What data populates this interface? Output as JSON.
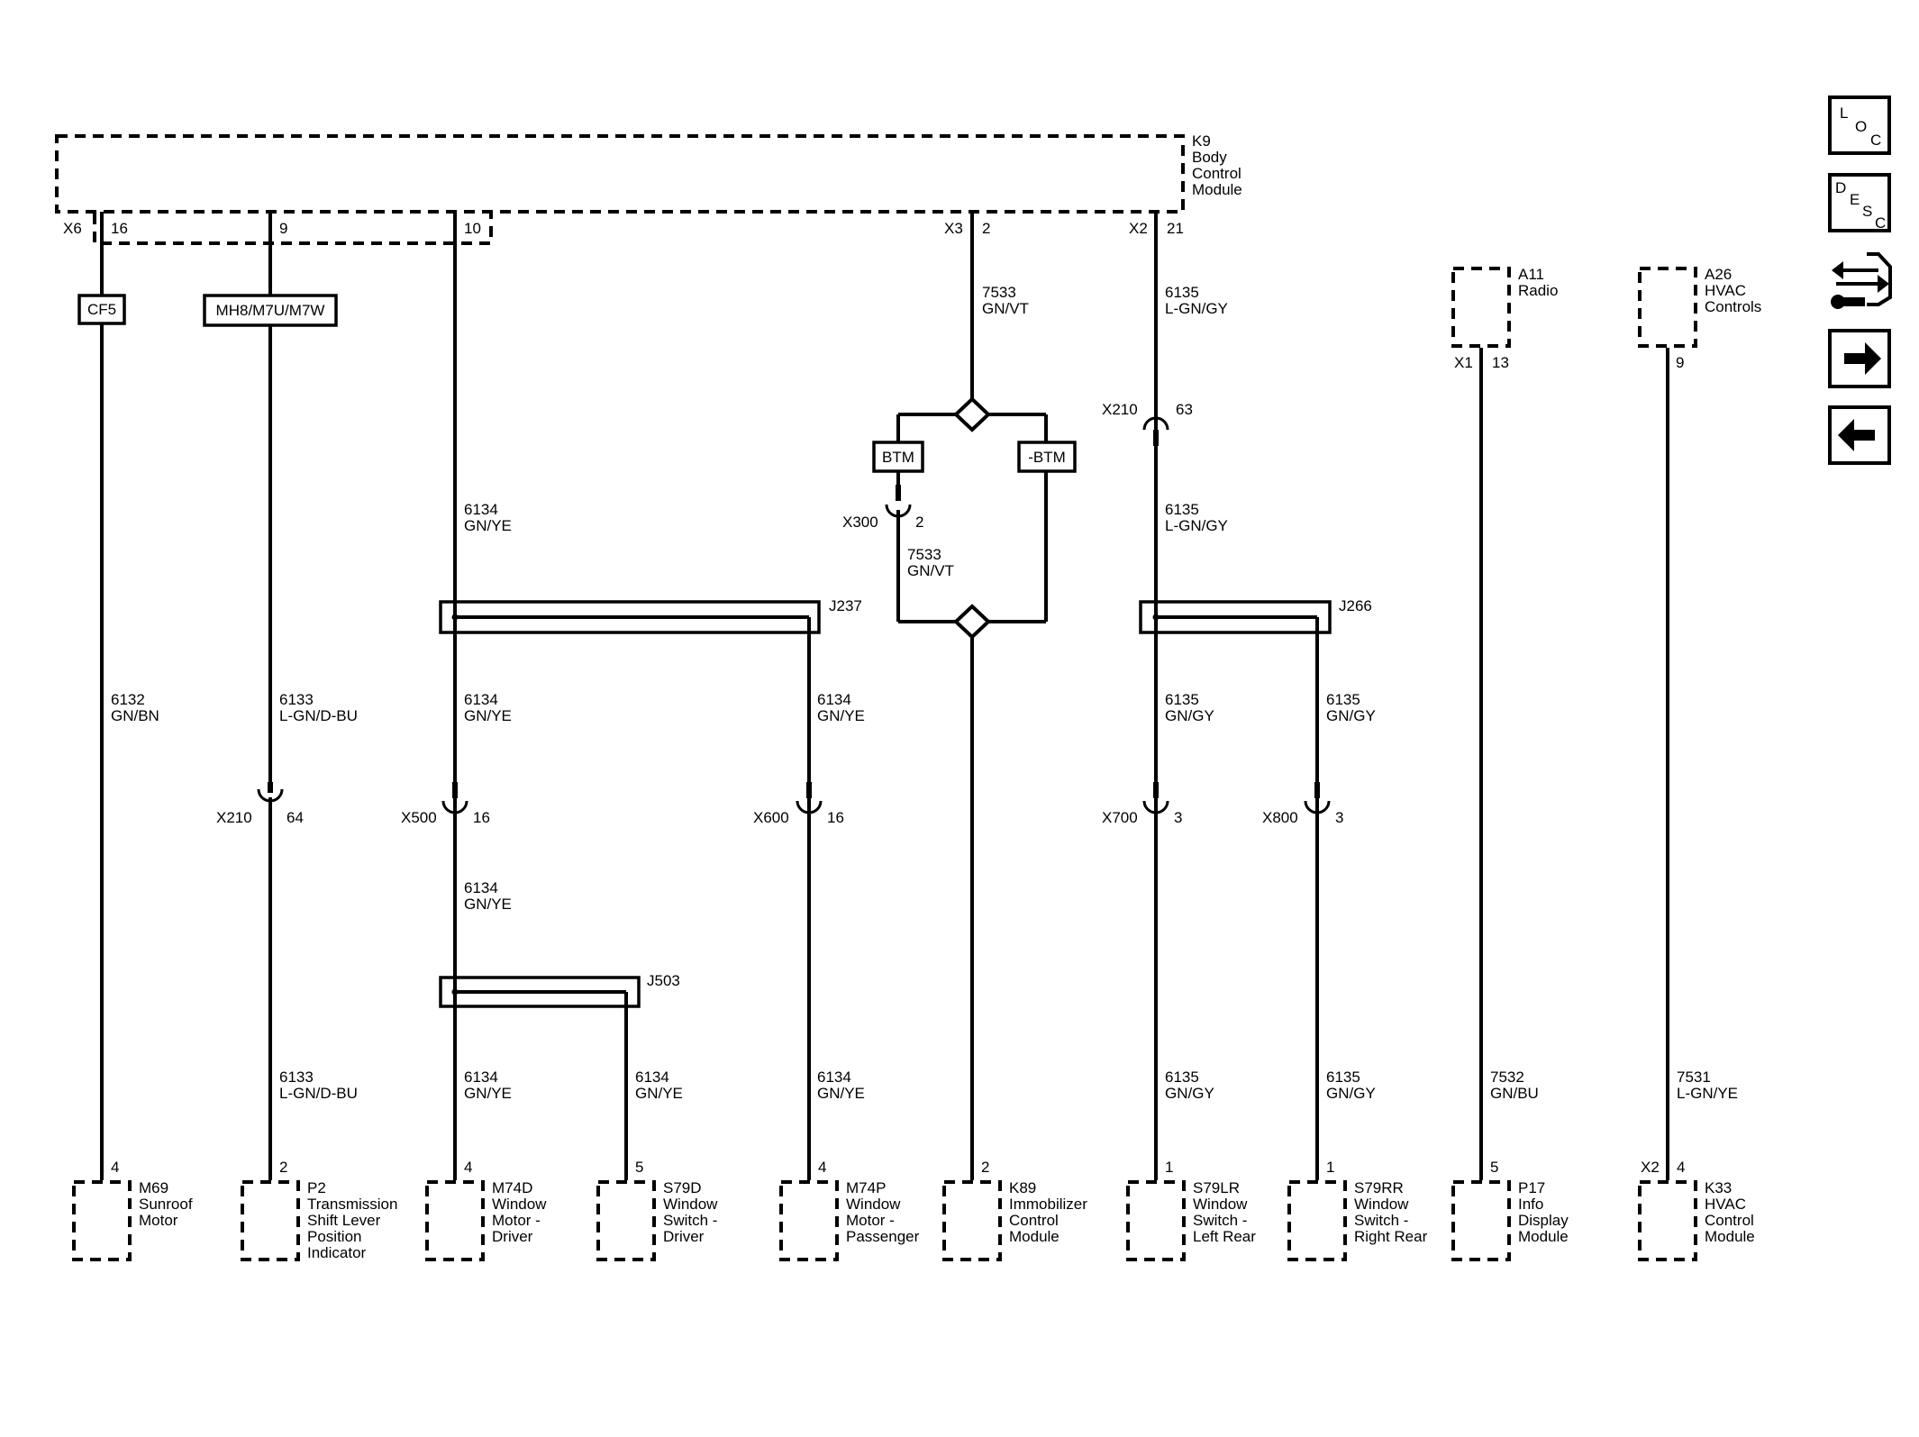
{
  "bcm": {
    "ref": "K9",
    "line1": "Body",
    "line2": "Control",
    "line3": "Module"
  },
  "bcm_pins": {
    "x6": "X6",
    "p16": "16",
    "p9": "9",
    "p10": "10",
    "x3": "X3",
    "p2": "2",
    "x2": "X2",
    "p21": "21"
  },
  "option_boxes": {
    "cf5": "CF5",
    "mh8": "MH8/M7U/M7W",
    "btm": "BTM",
    "nbtm": "-BTM"
  },
  "circuits": {
    "c6132": "6132",
    "gnbn": "GN/BN",
    "c6133": "6133",
    "lgndbu": "L-GN/D-BU",
    "c6134": "6134",
    "gnye": "GN/YE",
    "c7533": "7533",
    "gnvt": "GN/VT",
    "c6135": "6135",
    "lgngy": "L-GN/GY",
    "gngy": "GN/GY",
    "c7532": "7532",
    "gnbu": "GN/BU",
    "c7531": "7531",
    "lgnye": "L-GN/YE"
  },
  "connectors": {
    "x210": "X210",
    "p63": "63",
    "p64": "64",
    "x300": "X300",
    "p2": "2",
    "x500": "X500",
    "x600": "X600",
    "p16": "16",
    "x700": "X700",
    "x800": "X800",
    "p3": "3",
    "x1": "X1",
    "p13": "13",
    "p9": "9"
  },
  "splices": {
    "j237": "J237",
    "j266": "J266",
    "j503": "J503"
  },
  "modules_top": {
    "a11": {
      "ref": "A11",
      "line1": "Radio"
    },
    "a26": {
      "ref": "A26",
      "line1": "HVAC",
      "line2": "Controls"
    }
  },
  "components": [
    {
      "pin": "4",
      "ref": "M69",
      "lines": [
        "Sunroof",
        "Motor"
      ]
    },
    {
      "pin": "2",
      "ref": "P2",
      "lines": [
        "Transmission",
        "Shift Lever",
        "Position",
        "Indicator"
      ]
    },
    {
      "pin": "4",
      "ref": "M74D",
      "lines": [
        "Window",
        "Motor -",
        "Driver"
      ]
    },
    {
      "pin": "5",
      "ref": "S79D",
      "lines": [
        "Window",
        "Switch -",
        "Driver"
      ]
    },
    {
      "pin": "4",
      "ref": "M74P",
      "lines": [
        "Window",
        "Motor -",
        "Passenger"
      ]
    },
    {
      "pin": "2",
      "ref": "K89",
      "lines": [
        "Immobilizer",
        "Control",
        "Module"
      ]
    },
    {
      "pin": "1",
      "ref": "S79LR",
      "lines": [
        "Window",
        "Switch -",
        "Left Rear"
      ]
    },
    {
      "pin": "1",
      "ref": "S79RR",
      "lines": [
        "Window",
        "Switch -",
        "Right Rear"
      ]
    },
    {
      "pin": "5",
      "ref": "P17",
      "lines": [
        "Info",
        "Display",
        "Module"
      ]
    },
    {
      "pin": "4",
      "ref": "K33",
      "lines": [
        "HVAC",
        "Control",
        "Module"
      ],
      "conn": "X2"
    }
  ],
  "nav": {
    "loc": {
      "l": "L",
      "o": "O",
      "c": "C"
    },
    "desc": {
      "d": "D",
      "e": "E",
      "s": "S",
      "c": "C"
    },
    "icons": [
      "component-location-icon",
      "description-icon",
      "connector-repair-icon",
      "next-page-icon",
      "previous-page-icon"
    ]
  }
}
